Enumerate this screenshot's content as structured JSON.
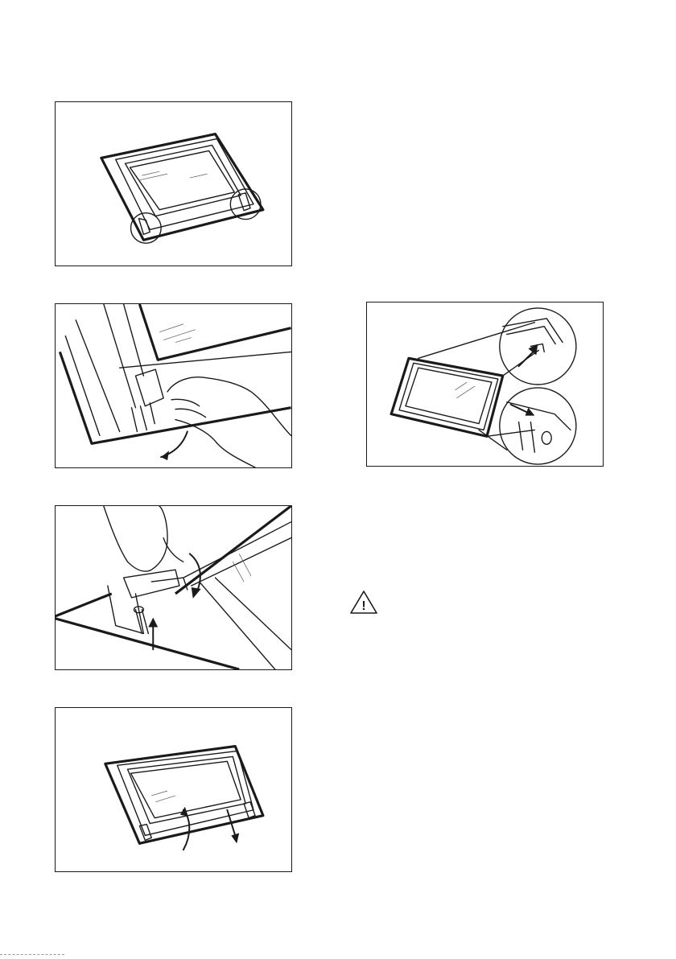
{
  "figures": [
    {
      "id": "fig1",
      "description_name": "door-with-hinge-circles"
    },
    {
      "id": "fig2",
      "description_name": "hand-opening-hinge-lever"
    },
    {
      "id": "fig3",
      "description_name": "hand-closing-hinge-clip"
    },
    {
      "id": "fig4",
      "description_name": "removing-glass-panel"
    },
    {
      "id": "fig5",
      "description_name": "door-with-detail-callouts"
    }
  ],
  "warning": {
    "symbol": "!"
  },
  "colors": {
    "line": "#1a1a1a",
    "paper": "#ffffff"
  }
}
